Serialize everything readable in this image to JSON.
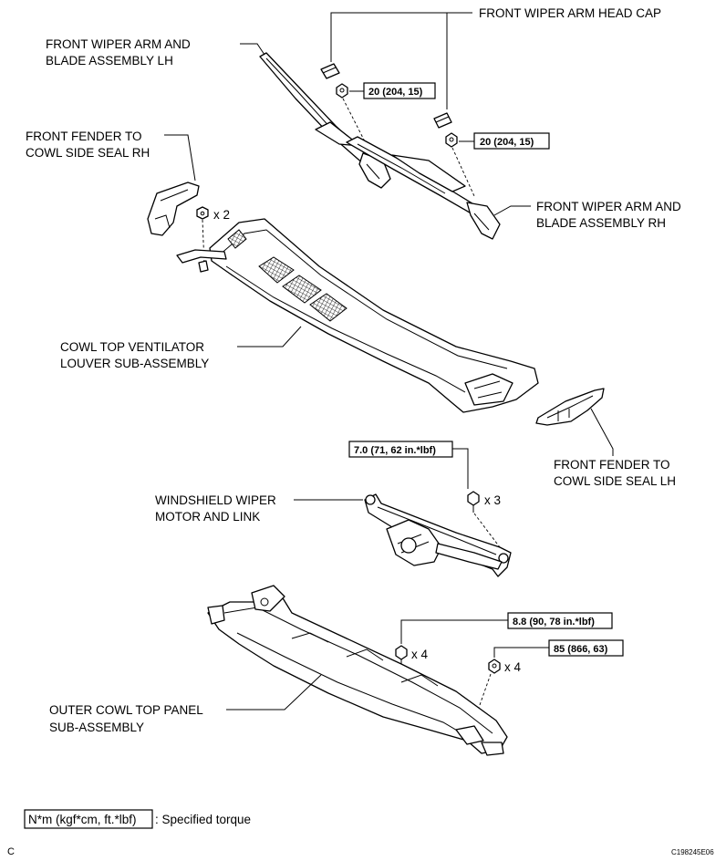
{
  "labels": {
    "head_cap": "FRONT WIPER ARM HEAD CAP",
    "arm_lh_1": "FRONT WIPER ARM AND",
    "arm_lh_2": "BLADE ASSEMBLY LH",
    "seal_rh_1": "FRONT FENDER TO",
    "seal_rh_2": "COWL SIDE SEAL RH",
    "arm_rh_1": "FRONT WIPER ARM AND",
    "arm_rh_2": "BLADE ASSEMBLY RH",
    "louver_1": "COWL TOP VENTILATOR",
    "louver_2": "LOUVER SUB-ASSEMBLY",
    "seal_lh_1": "FRONT FENDER TO",
    "seal_lh_2": "COWL SIDE SEAL LH",
    "motor_1": "WINDSHIELD WIPER",
    "motor_2": "MOTOR AND LINK",
    "panel_1": "OUTER COWL TOP PANEL",
    "panel_2": "SUB-ASSEMBLY"
  },
  "torques": {
    "arm_lh_nut": "20 (204, 15)",
    "arm_rh_nut": "20 (204, 15)",
    "motor_bolt": "7.0 (71, 62 in.*lbf)",
    "panel_bolt": "8.8 (90, 78 in.*lbf)",
    "panel_nut": "85 (866, 63)"
  },
  "quantities": {
    "seal_clip": "x 2",
    "motor_bolt": "x 3",
    "panel_bolt": "x 4",
    "panel_nut": "x 4"
  },
  "legend": {
    "unit_box": "N*m (kgf*cm, ft.*lbf)",
    "description": ": Specified torque"
  },
  "footer": {
    "corner_letter": "C",
    "figure_code": "C198245E06"
  }
}
